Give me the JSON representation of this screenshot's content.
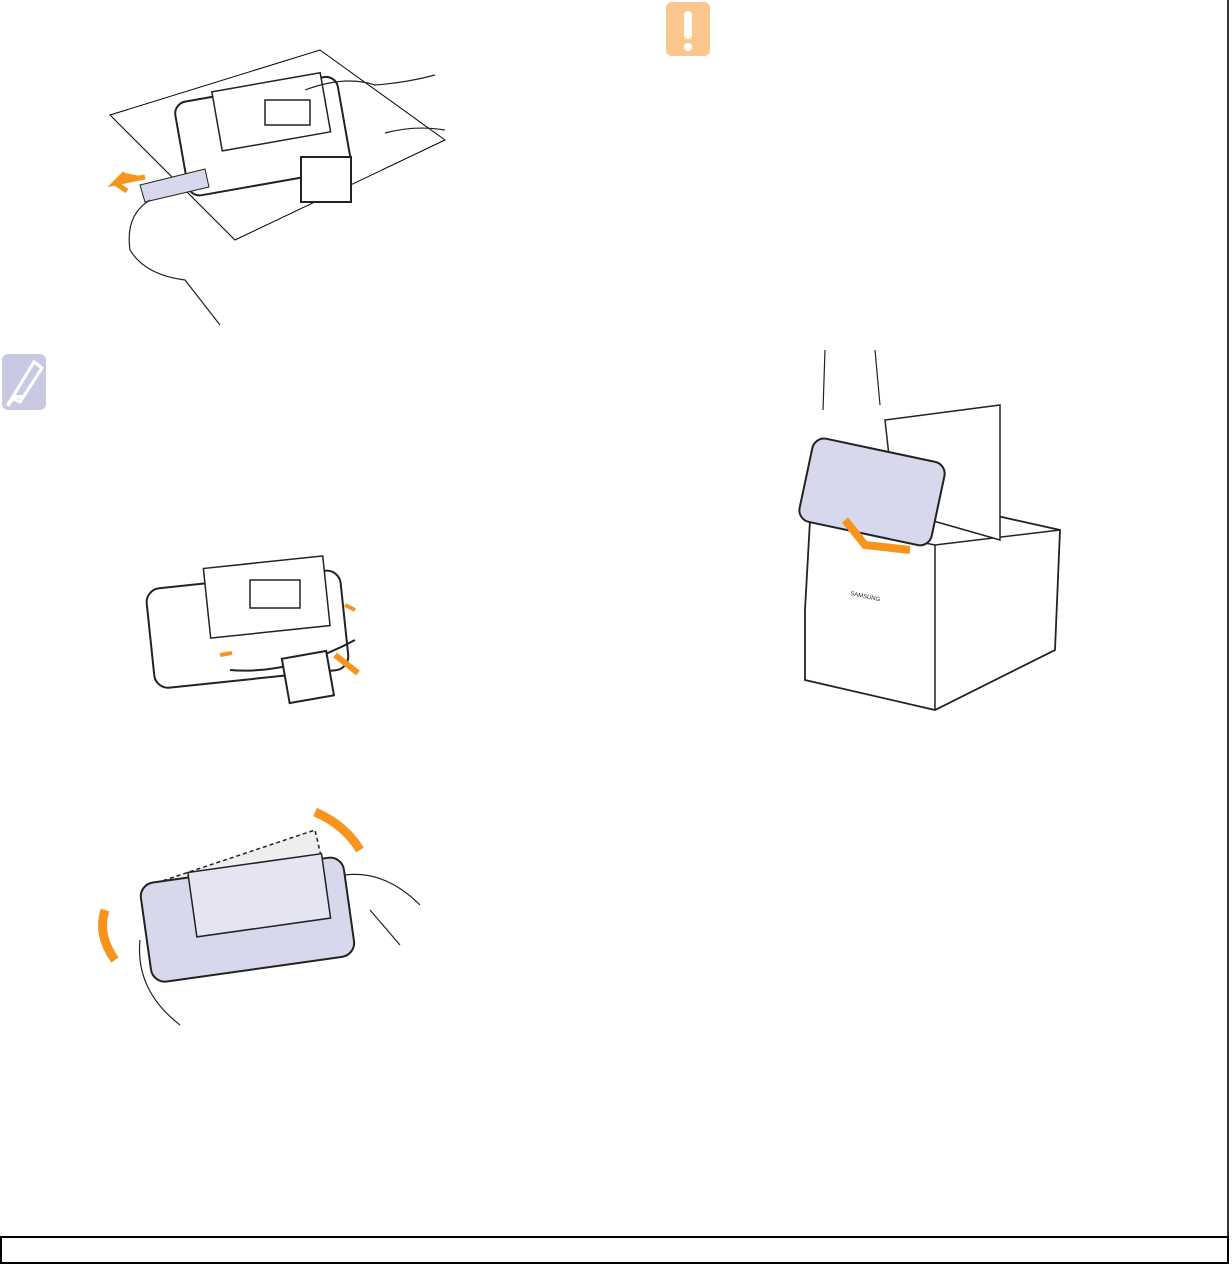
{
  "page": {
    "icons": {
      "caution": "caution-exclamation-icon",
      "note": "note-pencil-icon"
    },
    "colors": {
      "caution_bg": "#fbc78f",
      "note_bg": "#c9c9e4",
      "arrow": "#f7941d",
      "cartridge": "#d8d8ec"
    },
    "illustrations": [
      "remove-sealing-tape",
      "remove-packing-material",
      "rock-cartridge",
      "insert-cartridge-into-printer"
    ],
    "printer_logo": "SAMSUNG"
  }
}
